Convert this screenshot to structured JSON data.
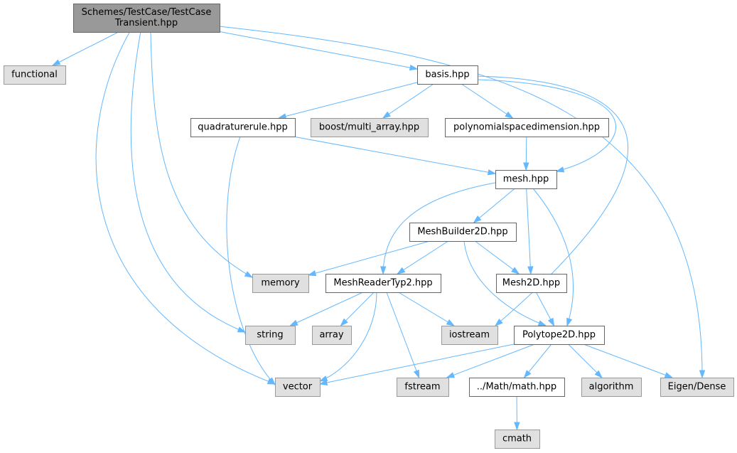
{
  "nodes": [
    {
      "id": "root",
      "label": "Schemes/TestCase/TestCase\nTransient.hpp",
      "kind": "root"
    },
    {
      "id": "functional",
      "label": "functional",
      "kind": "system"
    },
    {
      "id": "basis",
      "label": "basis.hpp",
      "kind": "local"
    },
    {
      "id": "quadraturerule",
      "label": "quadraturerule.hpp",
      "kind": "local"
    },
    {
      "id": "multi_array",
      "label": "boost/multi_array.hpp",
      "kind": "system"
    },
    {
      "id": "polydim",
      "label": "polynomialspacedimension.hpp",
      "kind": "local"
    },
    {
      "id": "mesh",
      "label": "mesh.hpp",
      "kind": "local"
    },
    {
      "id": "meshbuilder",
      "label": "MeshBuilder2D.hpp",
      "kind": "local"
    },
    {
      "id": "memory",
      "label": "memory",
      "kind": "system"
    },
    {
      "id": "meshreader",
      "label": "MeshReaderTyp2.hpp",
      "kind": "local"
    },
    {
      "id": "mesh2d",
      "label": "Mesh2D.hpp",
      "kind": "local"
    },
    {
      "id": "string",
      "label": "string",
      "kind": "system"
    },
    {
      "id": "array",
      "label": "array",
      "kind": "system"
    },
    {
      "id": "iostream",
      "label": "iostream",
      "kind": "system"
    },
    {
      "id": "polytope",
      "label": "Polytope2D.hpp",
      "kind": "local"
    },
    {
      "id": "vector",
      "label": "vector",
      "kind": "system"
    },
    {
      "id": "fstream",
      "label": "fstream",
      "kind": "system"
    },
    {
      "id": "mathhpp",
      "label": "../Math/math.hpp",
      "kind": "local"
    },
    {
      "id": "algorithm",
      "label": "algorithm",
      "kind": "system"
    },
    {
      "id": "eigen",
      "label": "Eigen/Dense",
      "kind": "system"
    },
    {
      "id": "cmath",
      "label": "cmath",
      "kind": "system"
    }
  ],
  "edges": [
    [
      "root",
      "functional"
    ],
    [
      "root",
      "basis"
    ],
    [
      "root",
      "memory"
    ],
    [
      "root",
      "string"
    ],
    [
      "root",
      "vector"
    ],
    [
      "root",
      "eigen"
    ],
    [
      "basis",
      "quadraturerule"
    ],
    [
      "basis",
      "multi_array"
    ],
    [
      "basis",
      "polydim"
    ],
    [
      "basis",
      "mesh"
    ],
    [
      "basis",
      "iostream"
    ],
    [
      "quadraturerule",
      "mesh"
    ],
    [
      "quadraturerule",
      "vector"
    ],
    [
      "polydim",
      "mesh"
    ],
    [
      "mesh",
      "meshbuilder"
    ],
    [
      "mesh",
      "meshreader"
    ],
    [
      "mesh",
      "mesh2d"
    ],
    [
      "mesh",
      "polytope"
    ],
    [
      "meshbuilder",
      "memory"
    ],
    [
      "meshbuilder",
      "meshreader"
    ],
    [
      "meshbuilder",
      "mesh2d"
    ],
    [
      "meshbuilder",
      "polytope"
    ],
    [
      "meshreader",
      "string"
    ],
    [
      "meshreader",
      "array"
    ],
    [
      "meshreader",
      "iostream"
    ],
    [
      "meshreader",
      "vector"
    ],
    [
      "meshreader",
      "fstream"
    ],
    [
      "mesh2d",
      "polytope"
    ],
    [
      "polytope",
      "vector"
    ],
    [
      "polytope",
      "fstream"
    ],
    [
      "polytope",
      "mathhpp"
    ],
    [
      "polytope",
      "algorithm"
    ],
    [
      "polytope",
      "eigen"
    ],
    [
      "mathhpp",
      "cmath"
    ]
  ]
}
